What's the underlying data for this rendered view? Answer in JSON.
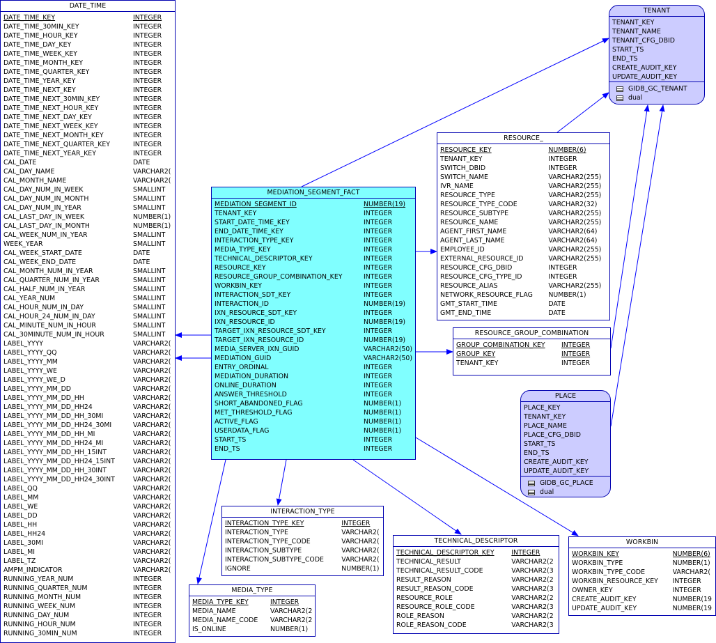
{
  "entities": {
    "date_time": {
      "title": "DATE_TIME",
      "columns": [
        {
          "name": "DATE_TIME_KEY",
          "type": "INTEGER",
          "pk": true
        },
        {
          "name": "DATE_TIME_30MIN_KEY",
          "type": "INTEGER"
        },
        {
          "name": "DATE_TIME_HOUR_KEY",
          "type": "INTEGER"
        },
        {
          "name": "DATE_TIME_DAY_KEY",
          "type": "INTEGER"
        },
        {
          "name": "DATE_TIME_WEEK_KEY",
          "type": "INTEGER"
        },
        {
          "name": "DATE_TIME_MONTH_KEY",
          "type": "INTEGER"
        },
        {
          "name": "DATE_TIME_QUARTER_KEY",
          "type": "INTEGER"
        },
        {
          "name": "DATE_TIME_YEAR_KEY",
          "type": "INTEGER"
        },
        {
          "name": "DATE_TIME_NEXT_KEY",
          "type": "INTEGER"
        },
        {
          "name": "DATE_TIME_NEXT_30MIN_KEY",
          "type": "INTEGER"
        },
        {
          "name": "DATE_TIME_NEXT_HOUR_KEY",
          "type": "INTEGER"
        },
        {
          "name": "DATE_TIME_NEXT_DAY_KEY",
          "type": "INTEGER"
        },
        {
          "name": "DATE_TIME_NEXT_WEEK_KEY",
          "type": "INTEGER"
        },
        {
          "name": "DATE_TIME_NEXT_MONTH_KEY",
          "type": "INTEGER"
        },
        {
          "name": "DATE_TIME_NEXT_QUARTER_KEY",
          "type": "INTEGER"
        },
        {
          "name": "DATE_TIME_NEXT_YEAR_KEY",
          "type": "INTEGER"
        },
        {
          "name": "CAL_DATE",
          "type": "DATE"
        },
        {
          "name": "CAL_DAY_NAME",
          "type": "VARCHAR2("
        },
        {
          "name": "CAL_MONTH_NAME",
          "type": "VARCHAR2("
        },
        {
          "name": "CAL_DAY_NUM_IN_WEEK",
          "type": "SMALLINT"
        },
        {
          "name": "CAL_DAY_NUM_IN_MONTH",
          "type": "SMALLINT"
        },
        {
          "name": "CAL_DAY_NUM_IN_YEAR",
          "type": "SMALLINT"
        },
        {
          "name": "CAL_LAST_DAY_IN_WEEK",
          "type": "NUMBER(1)"
        },
        {
          "name": "CAL_LAST_DAY_IN_MONTH",
          "type": "NUMBER(1)"
        },
        {
          "name": "CAL_WEEK_NUM_IN_YEAR",
          "type": "SMALLINT"
        },
        {
          "name": "WEEK_YEAR",
          "type": "SMALLINT"
        },
        {
          "name": "CAL_WEEK_START_DATE",
          "type": "DATE"
        },
        {
          "name": "CAL_WEEK_END_DATE",
          "type": "DATE"
        },
        {
          "name": "CAL_MONTH_NUM_IN_YEAR",
          "type": "SMALLINT"
        },
        {
          "name": "CAL_QUARTER_NUM_IN_YEAR",
          "type": "SMALLINT"
        },
        {
          "name": "CAL_HALF_NUM_IN_YEAR",
          "type": "SMALLINT"
        },
        {
          "name": "CAL_YEAR_NUM",
          "type": "SMALLINT"
        },
        {
          "name": "CAL_HOUR_NUM_IN_DAY",
          "type": "SMALLINT"
        },
        {
          "name": "CAL_HOUR_24_NUM_IN_DAY",
          "type": "SMALLINT"
        },
        {
          "name": "CAL_MINUTE_NUM_IN_HOUR",
          "type": "SMALLINT"
        },
        {
          "name": "CAL_30MINUTE_NUM_IN_HOUR",
          "type": "SMALLINT"
        },
        {
          "name": "LABEL_YYYY",
          "type": "VARCHAR2("
        },
        {
          "name": "LABEL_YYYY_QQ",
          "type": "VARCHAR2("
        },
        {
          "name": "LABEL_YYYY_MM",
          "type": "VARCHAR2("
        },
        {
          "name": "LABEL_YYYY_WE",
          "type": "VARCHAR2("
        },
        {
          "name": "LABEL_YYYY_WE_D",
          "type": "VARCHAR2("
        },
        {
          "name": "LABEL_YYYY_MM_DD",
          "type": "VARCHAR2("
        },
        {
          "name": "LABEL_YYYY_MM_DD_HH",
          "type": "VARCHAR2("
        },
        {
          "name": "LABEL_YYYY_MM_DD_HH24",
          "type": "VARCHAR2("
        },
        {
          "name": "LABEL_YYYY_MM_DD_HH_30MI",
          "type": "VARCHAR2("
        },
        {
          "name": "LABEL_YYYY_MM_DD_HH24_30MI",
          "type": "VARCHAR2("
        },
        {
          "name": "LABEL_YYYY_MM_DD_HH_MI",
          "type": "VARCHAR2("
        },
        {
          "name": "LABEL_YYYY_MM_DD_HH24_MI",
          "type": "VARCHAR2("
        },
        {
          "name": "LABEL_YYYY_MM_DD_HH_15INT",
          "type": "VARCHAR2("
        },
        {
          "name": "LABEL_YYYY_MM_DD_HH24_15INT",
          "type": "VARCHAR2("
        },
        {
          "name": "LABEL_YYYY_MM_DD_HH_30INT",
          "type": "VARCHAR2("
        },
        {
          "name": "LABEL_YYYY_MM_DD_HH24_30INT",
          "type": "VARCHAR2("
        },
        {
          "name": "LABEL_QQ",
          "type": "VARCHAR2("
        },
        {
          "name": "LABEL_MM",
          "type": "VARCHAR2("
        },
        {
          "name": "LABEL_WE",
          "type": "VARCHAR2("
        },
        {
          "name": "LABEL_DD",
          "type": "VARCHAR2("
        },
        {
          "name": "LABEL_HH",
          "type": "VARCHAR2("
        },
        {
          "name": "LABEL_HH24",
          "type": "VARCHAR2("
        },
        {
          "name": "LABEL_30MI",
          "type": "VARCHAR2("
        },
        {
          "name": "LABEL_MI",
          "type": "VARCHAR2("
        },
        {
          "name": "LABEL_TZ",
          "type": "VARCHAR2("
        },
        {
          "name": "AMPM_INDICATOR",
          "type": "VARCHAR2("
        },
        {
          "name": "RUNNING_YEAR_NUM",
          "type": "INTEGER"
        },
        {
          "name": "RUNNING_QUARTER_NUM",
          "type": "INTEGER"
        },
        {
          "name": "RUNNING_MONTH_NUM",
          "type": "INTEGER"
        },
        {
          "name": "RUNNING_WEEK_NUM",
          "type": "INTEGER"
        },
        {
          "name": "RUNNING_DAY_NUM",
          "type": "INTEGER"
        },
        {
          "name": "RUNNING_HOUR_NUM",
          "type": "INTEGER"
        },
        {
          "name": "RUNNING_30MIN_NUM",
          "type": "INTEGER"
        }
      ]
    },
    "mediation_segment_fact": {
      "title": "MEDIATION_SEGMENT_FACT",
      "columns": [
        {
          "name": "MEDIATION_SEGMENT_ID",
          "type": "NUMBER(19)",
          "pk": true
        },
        {
          "name": "TENANT_KEY",
          "type": "INTEGER"
        },
        {
          "name": "START_DATE_TIME_KEY",
          "type": "INTEGER"
        },
        {
          "name": "END_DATE_TIME_KEY",
          "type": "INTEGER"
        },
        {
          "name": "INTERACTION_TYPE_KEY",
          "type": "INTEGER"
        },
        {
          "name": "MEDIA_TYPE_KEY",
          "type": "INTEGER"
        },
        {
          "name": "TECHNICAL_DESCRIPTOR_KEY",
          "type": "INTEGER"
        },
        {
          "name": "RESOURCE_KEY",
          "type": "INTEGER"
        },
        {
          "name": "RESOURCE_GROUP_COMBINATION_KEY",
          "type": "INTEGER"
        },
        {
          "name": "WORKBIN_KEY",
          "type": "INTEGER"
        },
        {
          "name": "INTERACTION_SDT_KEY",
          "type": "INTEGER"
        },
        {
          "name": "INTERACTION_ID",
          "type": "NUMBER(19)"
        },
        {
          "name": "IXN_RESOURCE_SDT_KEY",
          "type": "INTEGER"
        },
        {
          "name": "IXN_RESOURCE_ID",
          "type": "NUMBER(19)"
        },
        {
          "name": "TARGET_IXN_RESOURCE_SDT_KEY",
          "type": "INTEGER"
        },
        {
          "name": "TARGET_IXN_RESOURCE_ID",
          "type": "NUMBER(19)"
        },
        {
          "name": "MEDIA_SERVER_IXN_GUID",
          "type": "VARCHAR2(50)"
        },
        {
          "name": "MEDIATION_GUID",
          "type": "VARCHAR2(50)"
        },
        {
          "name": "ENTRY_ORDINAL",
          "type": "INTEGER"
        },
        {
          "name": "MEDIATION_DURATION",
          "type": "INTEGER"
        },
        {
          "name": "ONLINE_DURATION",
          "type": "INTEGER"
        },
        {
          "name": "ANSWER_THRESHOLD",
          "type": "INTEGER"
        },
        {
          "name": "SHORT_ABANDONED_FLAG",
          "type": "NUMBER(1)"
        },
        {
          "name": "MET_THRESHOLD_FLAG",
          "type": "NUMBER(1)"
        },
        {
          "name": "ACTIVE_FLAG",
          "type": "NUMBER(1)"
        },
        {
          "name": "USERDATA_FLAG",
          "type": "NUMBER(1)"
        },
        {
          "name": "START_TS",
          "type": "INTEGER"
        },
        {
          "name": "END_TS",
          "type": "INTEGER"
        }
      ]
    },
    "tenant": {
      "title": "TENANT",
      "columns": [
        {
          "name": "TENANT_KEY"
        },
        {
          "name": "TENANT_NAME"
        },
        {
          "name": "TENANT_CFG_DBID"
        },
        {
          "name": "START_TS"
        },
        {
          "name": "END_TS"
        },
        {
          "name": "CREATE_AUDIT_KEY"
        },
        {
          "name": "UPDATE_AUDIT_KEY"
        }
      ],
      "sources": [
        "GIDB_GC_TENANT",
        "dual"
      ]
    },
    "resource": {
      "title": "RESOURCE_",
      "columns": [
        {
          "name": "RESOURCE_KEY",
          "type": "NUMBER(6)",
          "pk": true
        },
        {
          "name": "TENANT_KEY",
          "type": "INTEGER"
        },
        {
          "name": "SWITCH_DBID",
          "type": "INTEGER"
        },
        {
          "name": "SWITCH_NAME",
          "type": "VARCHAR2(255)"
        },
        {
          "name": "IVR_NAME",
          "type": "VARCHAR2(255)"
        },
        {
          "name": "RESOURCE_TYPE",
          "type": "VARCHAR2(255)"
        },
        {
          "name": "RESOURCE_TYPE_CODE",
          "type": "VARCHAR2(32)"
        },
        {
          "name": "RESOURCE_SUBTYPE",
          "type": "VARCHAR2(255)"
        },
        {
          "name": "RESOURCE_NAME",
          "type": "VARCHAR2(255)"
        },
        {
          "name": "AGENT_FIRST_NAME",
          "type": "VARCHAR2(64)"
        },
        {
          "name": "AGENT_LAST_NAME",
          "type": "VARCHAR2(64)"
        },
        {
          "name": "EMPLOYEE_ID",
          "type": "VARCHAR2(255)"
        },
        {
          "name": "EXTERNAL_RESOURCE_ID",
          "type": "VARCHAR2(255)"
        },
        {
          "name": "RESOURCE_CFG_DBID",
          "type": "INTEGER"
        },
        {
          "name": "RESOURCE_CFG_TYPE_ID",
          "type": "INTEGER"
        },
        {
          "name": "RESOURCE_ALIAS",
          "type": "VARCHAR2(255)"
        },
        {
          "name": "NETWORK_RESOURCE_FLAG",
          "type": "NUMBER(1)"
        },
        {
          "name": "GMT_START_TIME",
          "type": "DATE"
        },
        {
          "name": "GMT_END_TIME",
          "type": "DATE"
        }
      ]
    },
    "resource_group_combination": {
      "title": "RESOURCE_GROUP_COMBINATION",
      "columns": [
        {
          "name": "GROUP_COMBINATION_KEY",
          "type": "INTEGER",
          "pk": true
        },
        {
          "name": "GROUP_KEY",
          "type": "INTEGER",
          "pk": true
        },
        {
          "name": "TENANT_KEY",
          "type": "INTEGER"
        }
      ]
    },
    "place": {
      "title": "PLACE",
      "columns": [
        {
          "name": "PLACE_KEY"
        },
        {
          "name": "TENANT_KEY"
        },
        {
          "name": "PLACE_NAME"
        },
        {
          "name": "PLACE_CFG_DBID"
        },
        {
          "name": "START_TS"
        },
        {
          "name": "END_TS"
        },
        {
          "name": "CREATE_AUDIT_KEY"
        },
        {
          "name": "UPDATE_AUDIT_KEY"
        }
      ],
      "sources": [
        "GIDB_GC_PLACE",
        "dual"
      ]
    },
    "interaction_type": {
      "title": "INTERACTION_TYPE",
      "columns": [
        {
          "name": "INTERACTION_TYPE_KEY",
          "type": "INTEGER",
          "pk": true
        },
        {
          "name": "INTERACTION_TYPE",
          "type": "VARCHAR2("
        },
        {
          "name": "INTERACTION_TYPE_CODE",
          "type": "VARCHAR2("
        },
        {
          "name": "INTERACTION_SUBTYPE",
          "type": "VARCHAR2("
        },
        {
          "name": "INTERACTION_SUBTYPE_CODE",
          "type": "VARCHAR2("
        },
        {
          "name": "IGNORE",
          "type": "NUMBER(1)"
        }
      ]
    },
    "technical_descriptor": {
      "title": "TECHNICAL_DESCRIPTOR",
      "columns": [
        {
          "name": "TECHNICAL_DESCRIPTOR_KEY",
          "type": "INTEGER",
          "pk": true
        },
        {
          "name": "TECHNICAL_RESULT",
          "type": "VARCHAR2(2"
        },
        {
          "name": "TECHNICAL_RESULT_CODE",
          "type": "VARCHAR2(3"
        },
        {
          "name": "RESULT_REASON",
          "type": "VARCHAR2(2"
        },
        {
          "name": "RESULT_REASON_CODE",
          "type": "VARCHAR2(3"
        },
        {
          "name": "RESOURCE_ROLE",
          "type": "VARCHAR2(2"
        },
        {
          "name": "RESOURCE_ROLE_CODE",
          "type": "VARCHAR2(3"
        },
        {
          "name": "ROLE_REASON",
          "type": "VARCHAR2(2"
        },
        {
          "name": "ROLE_REASON_CODE",
          "type": "VARCHAR2(3"
        }
      ]
    },
    "workbin": {
      "title": "WORKBIN",
      "columns": [
        {
          "name": "WORKBIN_KEY",
          "type": "NUMBER(6)",
          "pk": true
        },
        {
          "name": "WORKBIN_TYPE",
          "type": "NUMBER(1)"
        },
        {
          "name": "WORKBIN_TYPE_CODE",
          "type": "VARCHAR2("
        },
        {
          "name": "WORKBIN_RESOURCE_KEY",
          "type": "INTEGER"
        },
        {
          "name": "OWNER_KEY",
          "type": "INTEGER"
        },
        {
          "name": "CREATE_AUDIT_KEY",
          "type": "NUMBER(19"
        },
        {
          "name": "UPDATE_AUDIT_KEY",
          "type": "NUMBER(19"
        }
      ]
    },
    "media_type": {
      "title": "MEDIA_TYPE",
      "columns": [
        {
          "name": "MEDIA_TYPE_KEY",
          "type": "INTEGER",
          "pk": true
        },
        {
          "name": "MEDIA_NAME",
          "type": "VARCHAR2(2"
        },
        {
          "name": "MEDIA_NAME_CODE",
          "type": "VARCHAR2(2"
        },
        {
          "name": "IS_ONLINE",
          "type": "NUMBER(1)"
        }
      ]
    }
  },
  "colors": {
    "line": "#0000ff",
    "border": "#0000b0",
    "fact_fill": "#80ffff",
    "view_fill": "#ccccff",
    "table_fill": "#ffffff"
  }
}
